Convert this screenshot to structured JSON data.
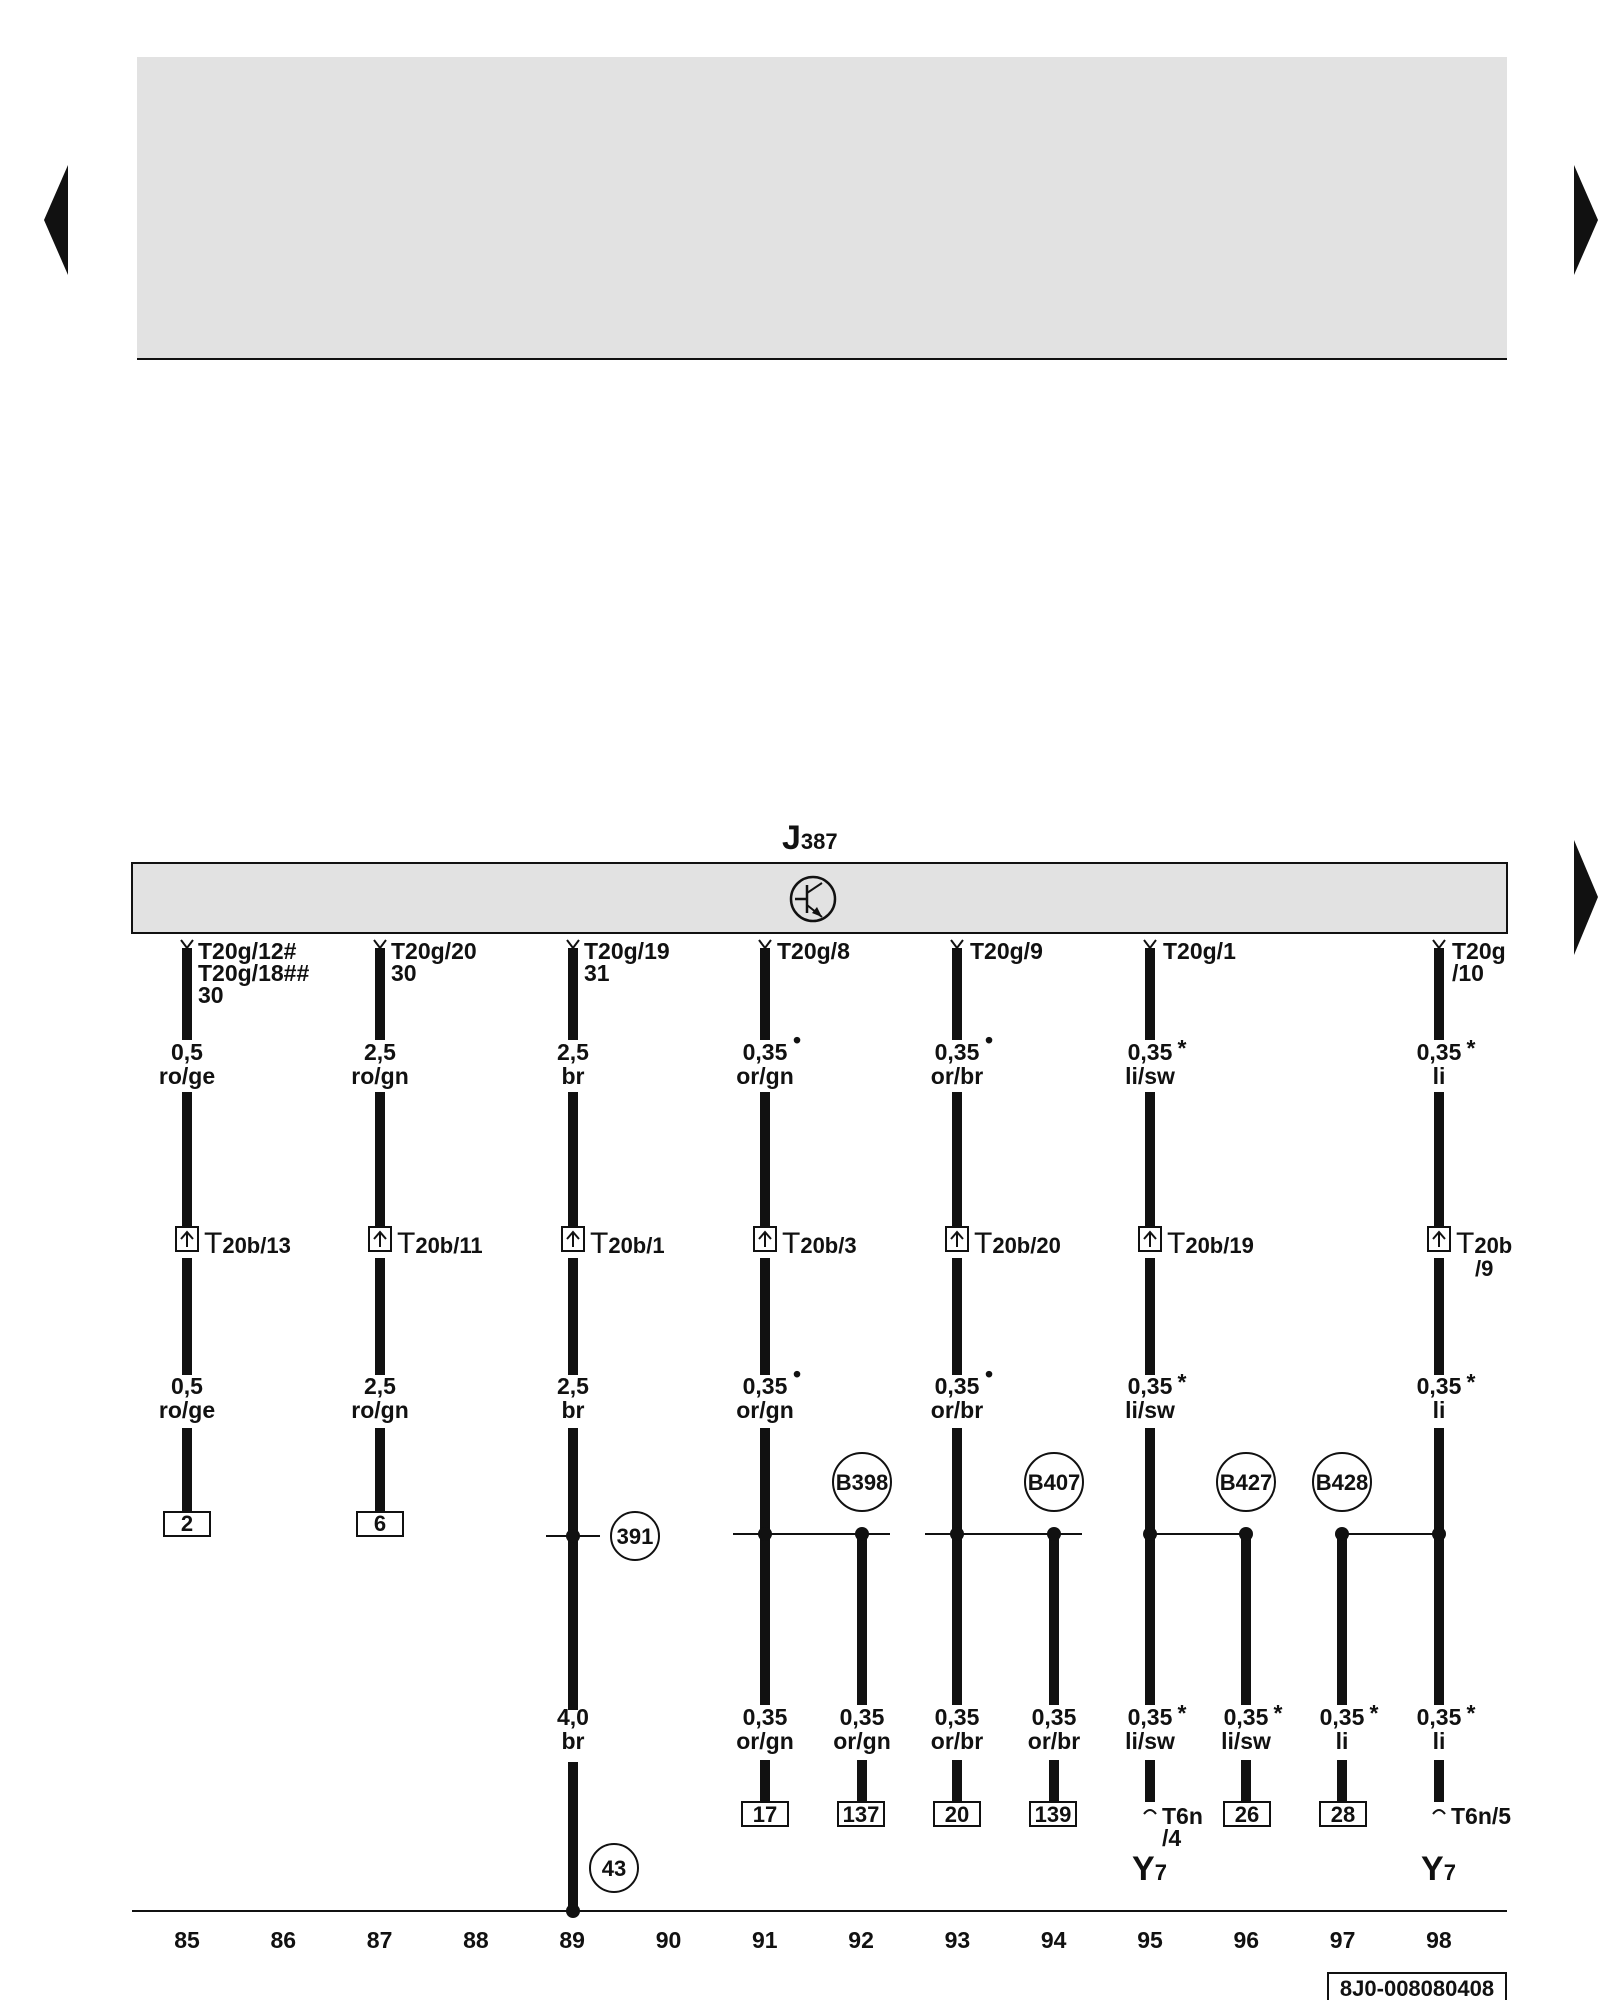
{
  "nav": {
    "prev_icon": "triangle-left-icon",
    "next_icon": "triangle-right-icon",
    "next_lower_icon": "triangle-right-icon"
  },
  "colors": {
    "ink": "#111111",
    "panel": "#e2e2e2"
  },
  "control_unit": {
    "label_main": "J",
    "label_sub": "387",
    "icon": "transistor-icon"
  },
  "pins": [
    {
      "lines": [
        "T20g/12#",
        "T20g/18##",
        "30"
      ]
    },
    {
      "lines": [
        "T20g/20",
        "30"
      ]
    },
    {
      "lines": [
        "T20g/19",
        "31"
      ]
    },
    {
      "lines": [
        "T20g/8"
      ]
    },
    {
      "lines": [
        "T20g/9"
      ]
    },
    {
      "lines": [
        "T20g/1"
      ]
    },
    {
      "lines": [
        "T20g",
        "/10"
      ]
    }
  ],
  "wire_labels_top": [
    {
      "size": "0,5",
      "color": "ro/ge",
      "mark": ""
    },
    {
      "size": "2,5",
      "color": "ro/gn",
      "mark": ""
    },
    {
      "size": "2,5",
      "color": "br",
      "mark": ""
    },
    {
      "size": "0,35",
      "color": "or/gn",
      "mark": "•"
    },
    {
      "size": "0,35",
      "color": "or/br",
      "mark": "•"
    },
    {
      "size": "0,35",
      "color": "li/sw",
      "mark": "*"
    },
    {
      "size": "0,35",
      "color": "li",
      "mark": "*"
    }
  ],
  "connectors": [
    {
      "main": "T",
      "sub": "20b/13",
      "sub2": ""
    },
    {
      "main": "T",
      "sub": "20b/11",
      "sub2": ""
    },
    {
      "main": "T",
      "sub": "20b/1",
      "sub2": ""
    },
    {
      "main": "T",
      "sub": "20b/3",
      "sub2": ""
    },
    {
      "main": "T",
      "sub": "20b/20",
      "sub2": ""
    },
    {
      "main": "T",
      "sub": "20b/19",
      "sub2": ""
    },
    {
      "main": "T",
      "sub": "20b",
      "sub2": "/9"
    }
  ],
  "wire_labels_mid": [
    {
      "size": "0,5",
      "color": "ro/ge",
      "mark": ""
    },
    {
      "size": "2,5",
      "color": "ro/gn",
      "mark": ""
    },
    {
      "size": "2,5",
      "color": "br",
      "mark": ""
    },
    {
      "size": "0,35",
      "color": "or/gn",
      "mark": "•"
    },
    {
      "size": "0,35",
      "color": "or/br",
      "mark": "•"
    },
    {
      "size": "0,35",
      "color": "li/sw",
      "mark": "*"
    },
    {
      "size": "0,35",
      "color": "li",
      "mark": "*"
    }
  ],
  "mid_boxes": [
    "2",
    "6"
  ],
  "splices": [
    "391",
    "B398",
    "B407",
    "B427",
    "B428"
  ],
  "ground": "43",
  "wire_labels_bottom": [
    {
      "size": "4,0",
      "color": "br",
      "mark": ""
    },
    {
      "size": "0,35",
      "color": "or/gn",
      "mark": ""
    },
    {
      "size": "0,35",
      "color": "or/gn",
      "mark": ""
    },
    {
      "size": "0,35",
      "color": "or/br",
      "mark": ""
    },
    {
      "size": "0,35",
      "color": "or/br",
      "mark": ""
    },
    {
      "size": "0,35",
      "color": "li/sw",
      "mark": "*"
    },
    {
      "size": "0,35",
      "color": "li/sw",
      "mark": "*"
    },
    {
      "size": "0,35",
      "color": "li",
      "mark": "*"
    },
    {
      "size": "0,35",
      "color": "li",
      "mark": "*"
    }
  ],
  "bottom_boxes": [
    "17",
    "137",
    "20",
    "139",
    "26",
    "28"
  ],
  "bottom_pins": [
    "T6n",
    "/4",
    "T6n/5"
  ],
  "bottom_components": [
    {
      "main": "Y",
      "sub": "7"
    },
    {
      "main": "Y",
      "sub": "7"
    }
  ],
  "track_numbers": [
    "85",
    "86",
    "87",
    "88",
    "89",
    "90",
    "91",
    "92",
    "93",
    "94",
    "95",
    "96",
    "97",
    "98"
  ],
  "doc_code": "8J0-008080408"
}
